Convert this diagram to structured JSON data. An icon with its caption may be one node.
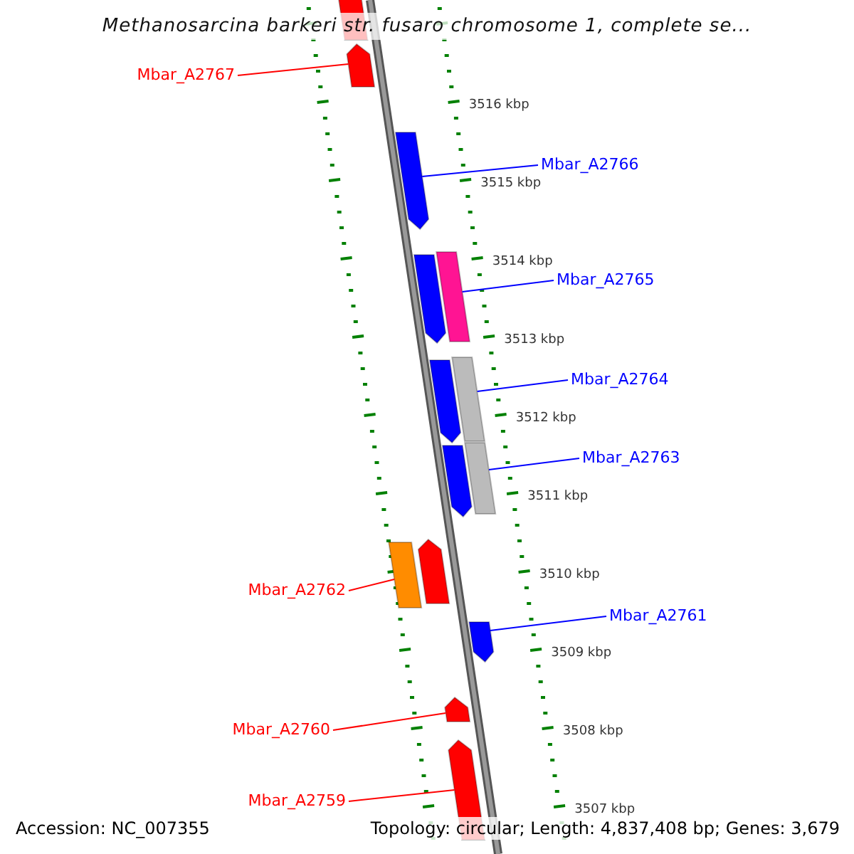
{
  "diagram": {
    "title": "Methanosarcina barkeri str. fusaro chromosome 1, complete se...",
    "nodes": [
      {
        "text": [],
        "shape": "arrow"
      },
      {
        "text": [
          "Mbar_A2767"
        ]
      },
      {
        "text": [],
        "shape": "arrow"
      },
      {
        "text": [],
        "shape": "arrow"
      },
      {
        "text": [
          "Mbar_A2766"
        ]
      },
      {
        "text": [],
        "shape": "arrow"
      },
      {
        "text": [],
        "shape": "bar"
      },
      {
        "text": [
          "Mbar_A2765"
        ]
      },
      {
        "text": [],
        "shape": "arrow"
      },
      {
        "text": [],
        "shape": "bar"
      },
      {
        "text": [
          "Mbar_A2764"
        ]
      },
      {
        "text": [],
        "shape": "arrow"
      },
      {
        "text": [],
        "shape": "bar"
      },
      {
        "text": [
          "Mbar_A2763"
        ]
      },
      {
        "text": [],
        "shape": "arrow"
      },
      {
        "text": [],
        "shape": "bar"
      },
      {
        "text": [
          "Mbar_A2762"
        ]
      },
      {
        "text": [],
        "shape": "arrow"
      },
      {
        "text": [
          "Mbar_A2761"
        ]
      },
      {
        "text": [],
        "shape": "arrow"
      },
      {
        "text": [
          "Mbar_A2760"
        ]
      },
      {
        "text": [],
        "shape": "arrow"
      },
      {
        "text": [
          "Mbar_A2759"
        ]
      }
    ],
    "edges": [
      {
        "from": 1,
        "to": 2,
        "arrow": "none",
        "color": "#ff0000"
      },
      {
        "from": 4,
        "to": 3,
        "arrow": "none"
      },
      {
        "from": 7,
        "to": 6,
        "arrow": "none"
      },
      {
        "from": 10,
        "to": 9,
        "arrow": "none"
      },
      {
        "from": 13,
        "to": 12,
        "arrow": "none"
      },
      {
        "from": 16,
        "to": 15,
        "arrow": "none",
        "color": "#ff0000"
      },
      {
        "from": 18,
        "to": 17,
        "arrow": "none"
      },
      {
        "from": 20,
        "to": 19,
        "arrow": "none",
        "color": "#ff0000"
      },
      {
        "from": 22,
        "to": 21,
        "arrow": "none",
        "color": "#ff0000"
      }
    ],
    "labels": [
      "3516 kbp",
      "3515 kbp",
      "3514 kbp",
      "3513 kbp",
      "3512 kbp",
      "3511 kbp",
      "3510 kbp",
      "3509 kbp",
      "3508 kbp",
      "3507 kbp",
      "Accession: NC_007355",
      "Topology: circular; Length: 4,837,408 bp; Genes: 3,679"
    ]
  }
}
